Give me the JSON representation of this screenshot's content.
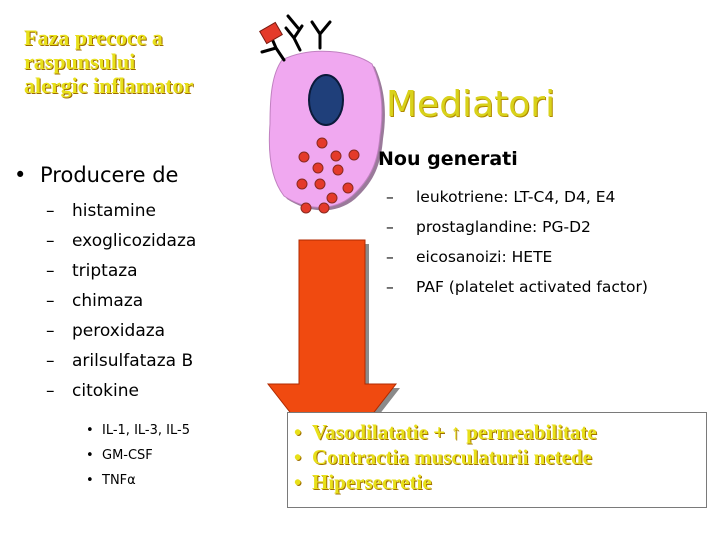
{
  "title": "Faza precoce a\nraspunsului\nalergic inflamator",
  "left": {
    "heading": "Producere de",
    "items": [
      "histamine",
      "exoglicozidaza",
      "triptaza",
      "chimaza",
      "peroxidaza",
      "arilsulfataza B",
      "citokine"
    ],
    "subitems": [
      "IL-1, IL-3, IL-5",
      "GM-CSF",
      "TNFα"
    ]
  },
  "right": {
    "title": "Mediatori",
    "heading": "Nou generati",
    "items": [
      "leukotriene: LT-C4, D4, E4",
      "prostaglandine: PG-D2",
      "eicosanoizi: HETE",
      "PAF (platelet activated factor)"
    ]
  },
  "effects": [
    "Vasodilatatie + ↑ permeabilitate",
    "Contractia musculaturii netede",
    "Hipersecretie"
  ],
  "colors": {
    "title_yellow": "#e8e01a",
    "cell_pink": "#f0a8f0",
    "nucleus_blue": "#1f3f7a",
    "granule_red": "#e43a2a",
    "arrow_red": "#f04a10"
  },
  "icons": [
    "mast-cell-icon",
    "antibody-receptor-icon",
    "allergen-icon",
    "granule-icon",
    "down-arrow-icon"
  ]
}
